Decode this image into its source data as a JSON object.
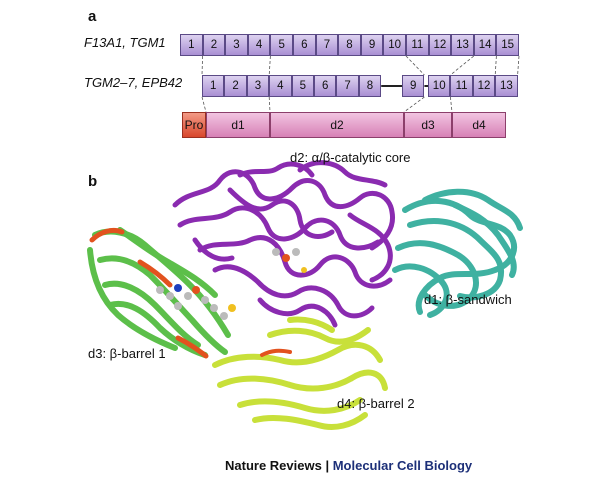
{
  "panel_a": {
    "label": "a",
    "row1": {
      "gene_label": "F13A1, TGM1",
      "exons": [
        "1",
        "2",
        "3",
        "4",
        "5",
        "6",
        "7",
        "8",
        "9",
        "10",
        "11",
        "12",
        "13",
        "14",
        "15"
      ]
    },
    "row2": {
      "gene_label": "TGM2–7, EPB42",
      "exons": [
        "1",
        "2",
        "3",
        "4",
        "5",
        "6",
        "7",
        "8",
        "9",
        "10",
        "11",
        "12",
        "13"
      ]
    },
    "domains": [
      "Pro",
      "d1",
      "d2",
      "d3",
      "d4"
    ],
    "colors": {
      "exon_fill": "#c1aee3",
      "exon_border": "#5b4a86",
      "pro_fill": "#e0583f",
      "domain_fill": "#e0a3c9"
    }
  },
  "panel_b": {
    "label": "b",
    "labels": {
      "d2": "d2: α/β-catalytic core",
      "d1": "d1: β-sandwich",
      "d3": "d3: β-barrel 1",
      "d4": "d4: β-barrel 2"
    },
    "colors": {
      "d2": "#8a2bb0",
      "d1": "#3fb1a1",
      "d3": "#5cbf4a",
      "d4": "#c8e03a",
      "loops": "#e2521e"
    }
  },
  "footer": {
    "journal": "Nature Reviews",
    "separator": " | ",
    "subtitle": "Molecular Cell Biology"
  }
}
